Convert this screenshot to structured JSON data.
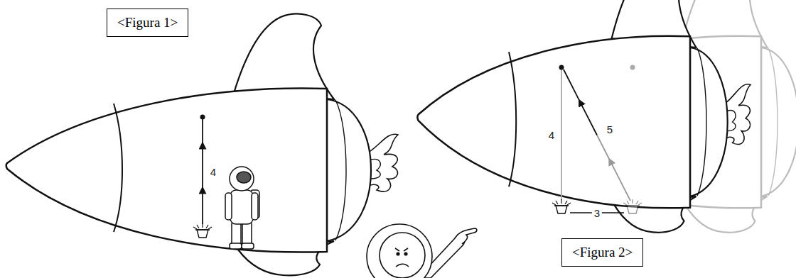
{
  "diagram": {
    "nodes": [
      {
        "text": [
          "<Figura 1>"
        ]
      },
      {
        "text": [
          "<Figura 2>"
        ]
      }
    ],
    "labels": [
      "4",
      "4",
      "5",
      "3"
    ]
  }
}
